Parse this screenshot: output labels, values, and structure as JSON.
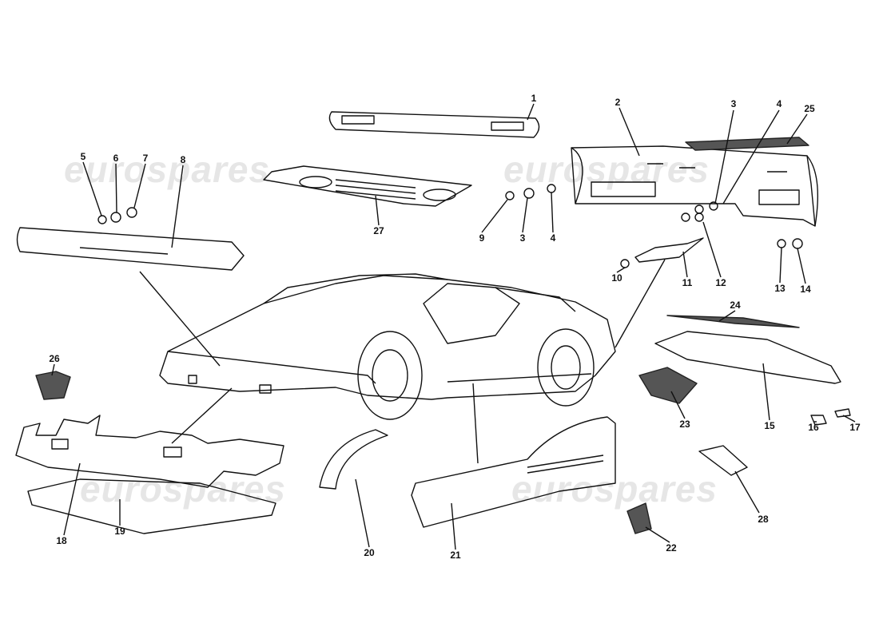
{
  "watermark": "eurospares",
  "callouts": {
    "c1": "1",
    "c2": "2",
    "c3a": "3",
    "c4a": "4",
    "c25": "25",
    "c5": "5",
    "c6": "6",
    "c7": "7",
    "c8": "8",
    "c27": "27",
    "c9": "9",
    "c3b": "3",
    "c4b": "4",
    "c10": "10",
    "c11": "11",
    "c12": "12",
    "c13": "13",
    "c14": "14",
    "c24": "24",
    "c26": "26",
    "c15": "15",
    "c16": "16",
    "c17": "17",
    "c23": "23",
    "c28": "28",
    "c18": "18",
    "c19": "19",
    "c20": "20",
    "c21": "21",
    "c22": "22"
  }
}
